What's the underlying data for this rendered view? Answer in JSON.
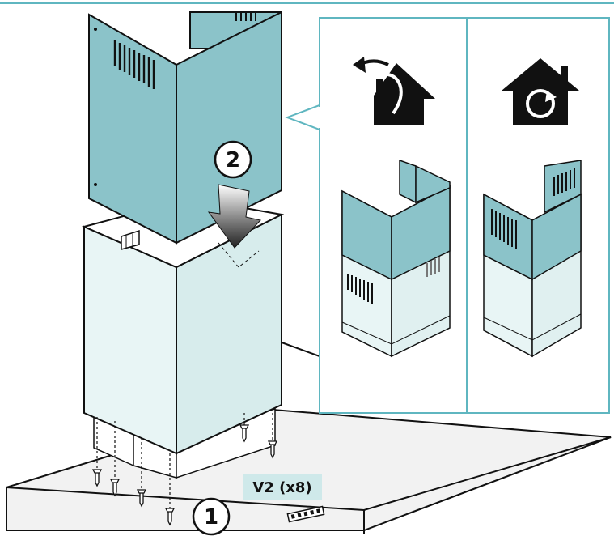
{
  "steps": {
    "step_1": "1",
    "step_2": "2"
  },
  "screw_label": "V2 (x8)",
  "icons": {
    "exhaust_mode": "house-with-outward-arrow-icon",
    "recirculation_mode": "house-with-circular-arrow-icon"
  },
  "colors": {
    "teal_panel": "#8bc3c9",
    "light_panel": "#d7ecec",
    "lighter_panel": "#e8f5f5",
    "frame_line": "#5fb6c0",
    "label_bg": "#cfe9ea"
  }
}
